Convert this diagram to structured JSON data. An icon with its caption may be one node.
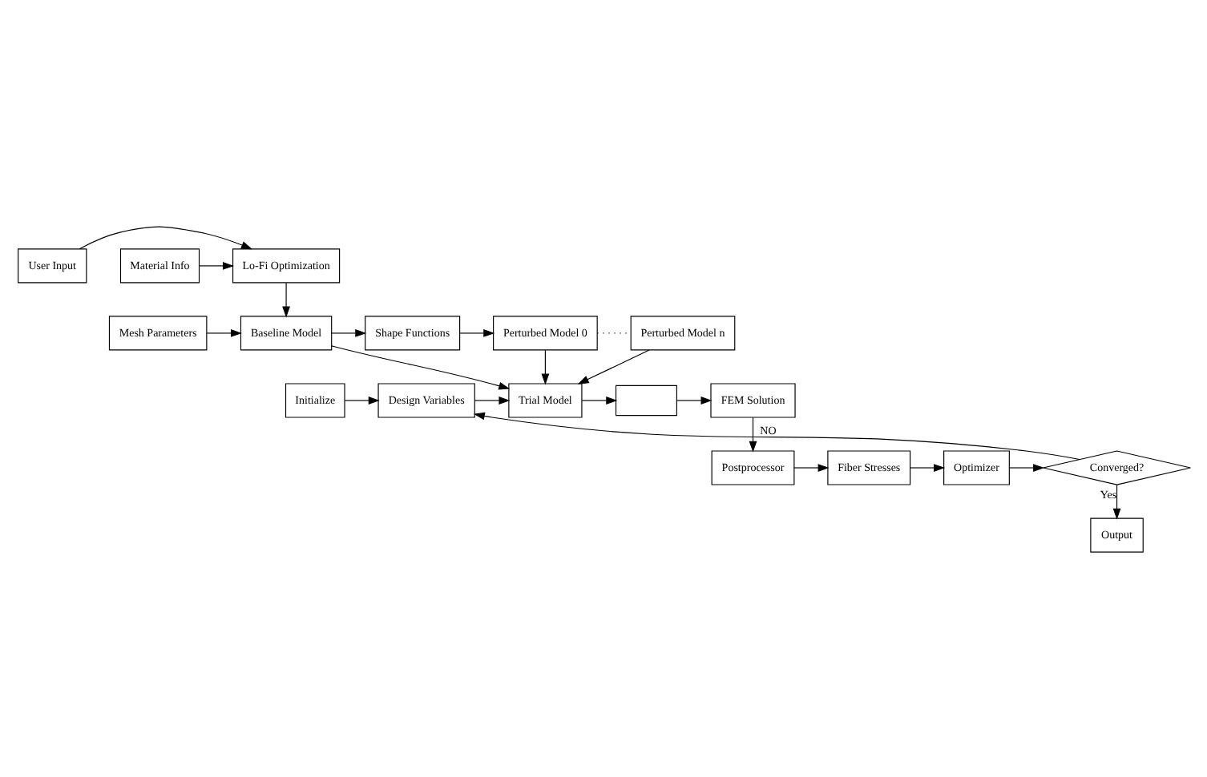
{
  "diagram": {
    "nodes": [
      {
        "text": [
          "User Input"
        ]
      },
      {
        "text": [
          "Lo-Fi Optimization"
        ]
      },
      {
        "text": [
          "Material Info"
        ]
      },
      {
        "text": [
          "Mesh Parameters"
        ]
      },
      {
        "text": [
          "Baseline Model"
        ]
      },
      {
        "text": [
          "Shape Functions"
        ]
      },
      {
        "text": [
          "Perturbed Model 0"
        ]
      },
      {
        "text": [
          "Perturbed Model n"
        ]
      },
      {
        "text": [
          "Initialize"
        ]
      },
      {
        "text": [
          "Design Variables"
        ]
      },
      {
        "text": [
          "Trial Model"
        ]
      },
      {
        "text": [],
        "shape": "box"
      },
      {
        "text": [
          "FEM Solution"
        ]
      },
      {
        "text": [
          "Postprocessor"
        ]
      },
      {
        "text": [
          "Fiber Stresses"
        ]
      },
      {
        "text": [
          "Optimizer"
        ]
      },
      {
        "text": [
          "Converged?"
        ]
      },
      {
        "text": [
          "Output"
        ]
      }
    ],
    "edges": [
      {
        "from": 0,
        "to": 1,
        "arrow": "to"
      },
      {
        "from": 2,
        "to": 1,
        "arrow": "to"
      },
      {
        "from": 1,
        "to": 4,
        "arrow": "to"
      },
      {
        "from": 3,
        "to": 4,
        "arrow": "to"
      },
      {
        "from": 4,
        "to": 5,
        "arrow": "to"
      },
      {
        "from": 5,
        "to": 6,
        "arrow": "to"
      },
      {
        "from": 6,
        "to": 7,
        "arrow": "none",
        "style": "dashed"
      },
      {
        "from": 4,
        "to": 10,
        "arrow": "to"
      },
      {
        "from": 6,
        "to": 10,
        "arrow": "to"
      },
      {
        "from": 7,
        "to": 10,
        "arrow": "to"
      },
      {
        "from": 8,
        "to": 9,
        "arrow": "to"
      },
      {
        "from": 9,
        "to": 10,
        "arrow": "to"
      },
      {
        "from": 10,
        "to": 11,
        "arrow": "to"
      },
      {
        "from": 11,
        "to": 12,
        "arrow": "to"
      },
      {
        "from": 12,
        "to": 13,
        "arrow": "to"
      },
      {
        "from": 13,
        "to": 14,
        "arrow": "to"
      },
      {
        "from": 14,
        "to": 15,
        "arrow": "to"
      },
      {
        "from": 15,
        "to": 16,
        "arrow": "to"
      },
      {
        "from": 16,
        "to": 9,
        "arrow": "to",
        "label": "NO"
      },
      {
        "from": 16,
        "to": 17,
        "arrow": "to",
        "label": "Yes"
      }
    ]
  }
}
